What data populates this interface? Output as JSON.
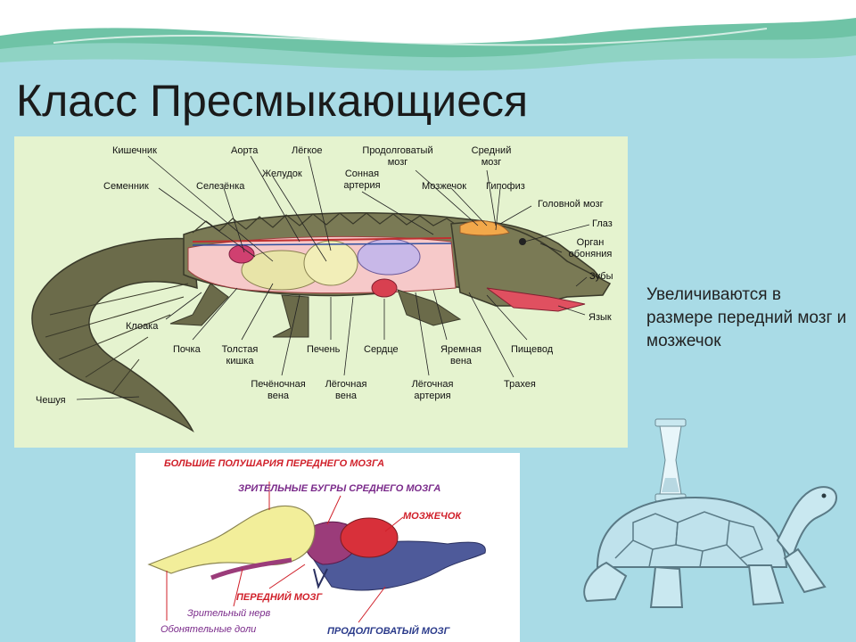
{
  "title": "Класс Пресмыкающиеся",
  "side_text": "Увеличиваются в размере передний мозг и мозжечок",
  "crocodile_diagram": {
    "labels": {
      "kishechnik": "Кишечник",
      "aorta": "Аорта",
      "legkoe": "Лёгкое",
      "prodolgovaty": "Продолговатый мозг",
      "sredny": "Средний мозг",
      "zheludok": "Желудок",
      "sonnaya": "Сонная артерия",
      "semennik": "Семенник",
      "selezenka": "Селезёнка",
      "mozzhechok": "Мозжечок",
      "gipofiz": "Гипофиз",
      "golovnoy": "Головной мозг",
      "glaz": "Глаз",
      "organ": "Орган обоняния",
      "zuby": "Зубы",
      "yazyk": "Язык",
      "kloaka": "Клоака",
      "pochka": "Почка",
      "tolstaya": "Толстая кишка",
      "pechen": "Печень",
      "serdce": "Сердце",
      "yaremnaya": "Яремная вена",
      "pishchevod": "Пищевод",
      "traheya": "Трахея",
      "pechenochnaya": "Печёночная вена",
      "legochnaya_vena": "Лёгочная вена",
      "legochnaya_arteriya": "Лёгочная артерия",
      "cheshuya": "Чешуя"
    }
  },
  "brain_diagram": {
    "labels": {
      "hemispheres": "БОЛЬШИЕ ПОЛУШАРИЯ ПЕРЕДНЕГО МОЗГА",
      "optic_lobes": "ЗРИТЕЛЬНЫЕ БУГРЫ СРЕДНЕГО МОЗГА",
      "cerebellum": "МОЗЖЕЧОК",
      "forebrain": "ПЕРЕДНИЙ МОЗГ",
      "optic_nerve": "Зрительный нерв",
      "olfactory": "Обонятельные доли",
      "medulla": "ПРОДОЛГОВАТЫЙ МОЗГ"
    },
    "colors": {
      "hemispheres": "#f2ee9a",
      "midbrain": "#9b3c7a",
      "cerebellum": "#d8303a",
      "medulla": "#4e5a9a",
      "label_red": "#d0202a",
      "label_purple": "#7a2a8a",
      "label_blue": "#2a3a8a"
    }
  },
  "illustrations": [
    "wave-banner",
    "crocodile-anatomy",
    "reptile-brain",
    "tortoise-with-hourglass"
  ]
}
